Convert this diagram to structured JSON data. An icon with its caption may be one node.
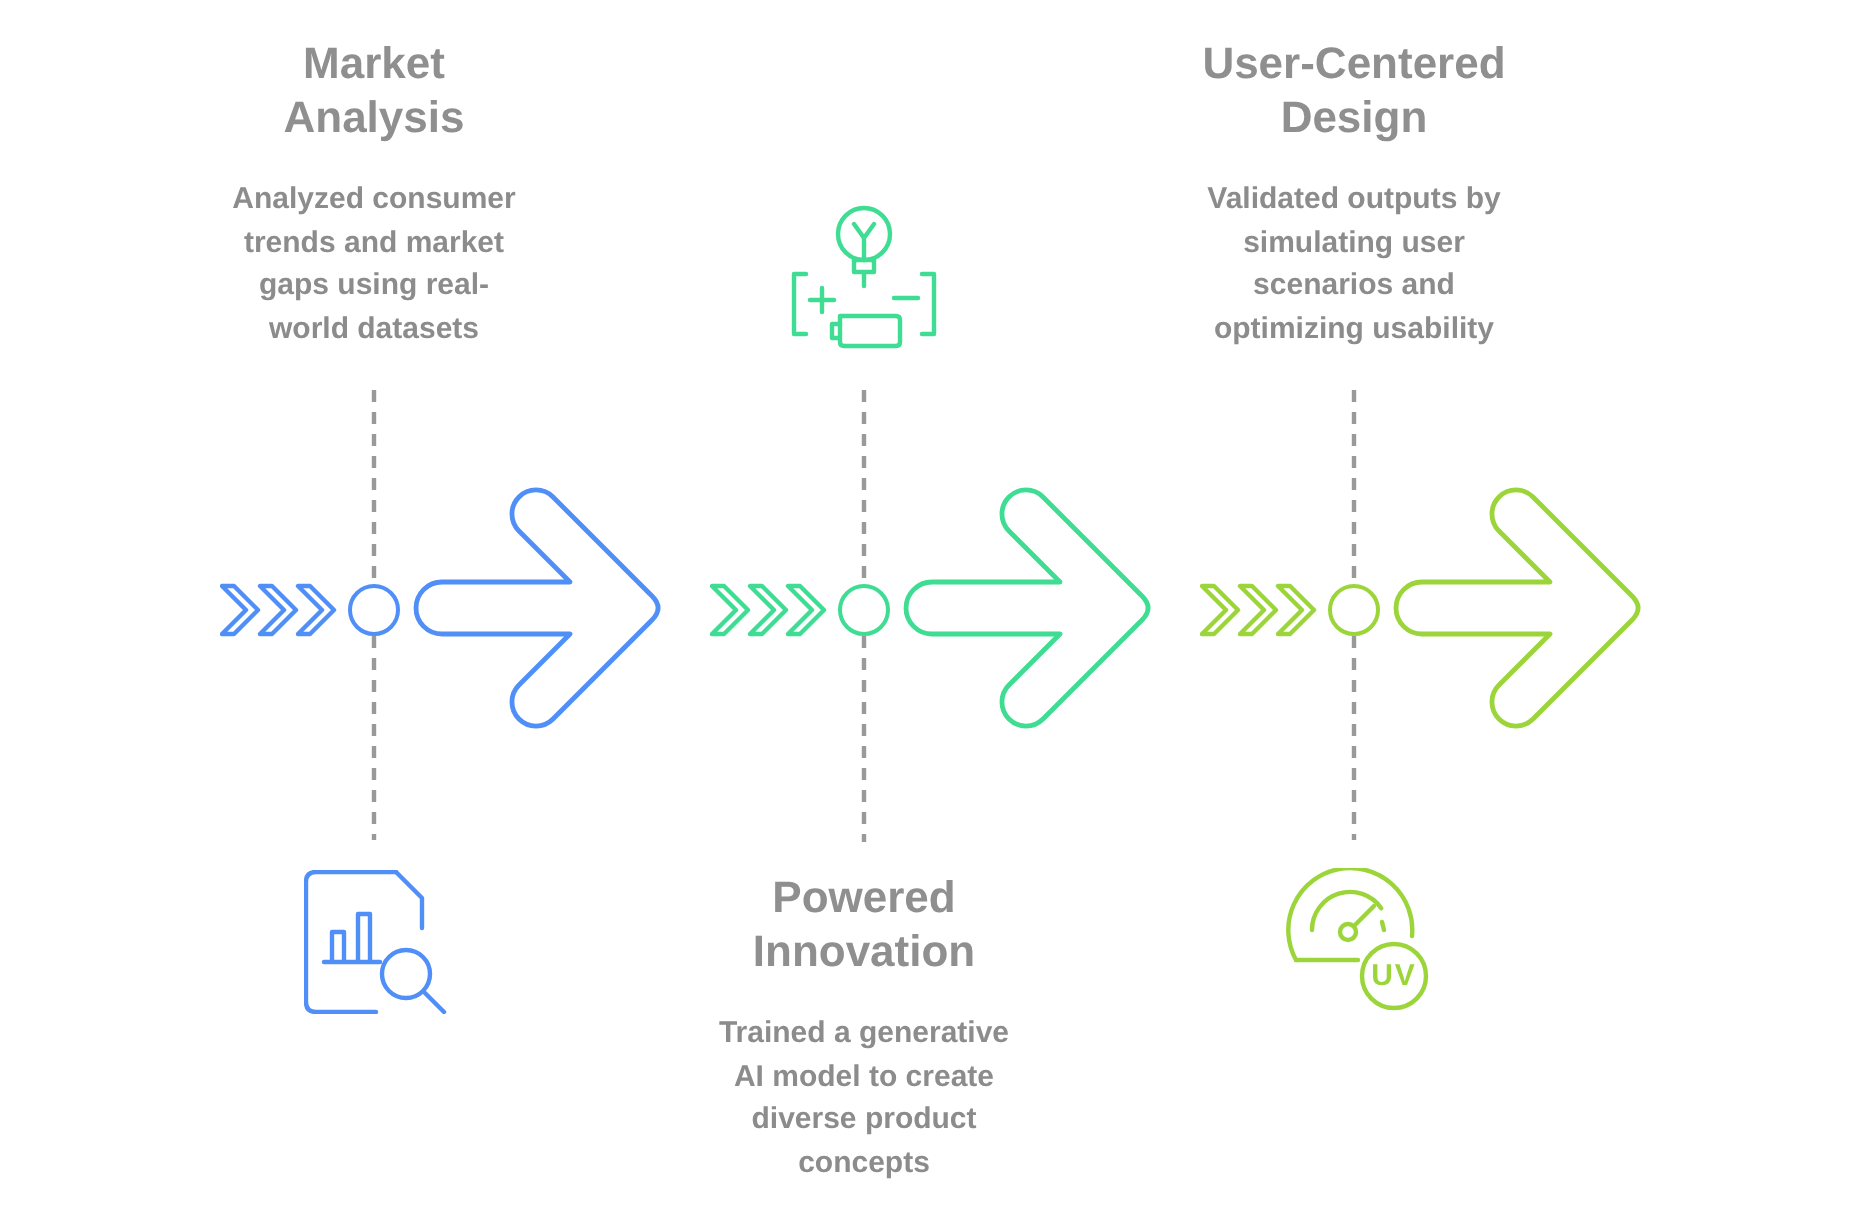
{
  "diagram": {
    "nodes": [
      {
        "text": [
          "Market Analysis",
          "Analyzed consumer trends and market gaps using real-world datasets"
        ]
      },
      {
        "text": [],
        "shape": "chevron"
      },
      {
        "text": [],
        "shape": "circle"
      },
      {
        "text": [],
        "shape": "arrow"
      },
      {
        "text": [],
        "shape": "picture"
      },
      {
        "text": [],
        "shape": "picture"
      },
      {
        "text": [],
        "shape": "chevron"
      },
      {
        "text": [],
        "shape": "circle"
      },
      {
        "text": [],
        "shape": "arrow"
      },
      {
        "text": [
          "Powered Innovation",
          "Trained a generative AI model to create diverse product concepts"
        ]
      },
      {
        "text": [
          "User-Centered Design",
          "Validated outputs by simulating user scenarios and optimizing usability"
        ]
      },
      {
        "text": [],
        "shape": "chevron"
      },
      {
        "text": [],
        "shape": "circle"
      },
      {
        "text": [],
        "shape": "arrow"
      },
      {
        "text": [],
        "shape": "picture"
      }
    ],
    "edges": [
      {
        "from": 0,
        "to": 2,
        "arrow": "none",
        "style": "dashed"
      },
      {
        "from": 2,
        "to": 4,
        "arrow": "none",
        "style": "dashed"
      },
      {
        "from": 5,
        "to": 7,
        "arrow": "none",
        "style": "dashed"
      },
      {
        "from": 7,
        "to": 9,
        "arrow": "none",
        "style": "dashed"
      },
      {
        "from": 10,
        "to": 12,
        "arrow": "none",
        "style": "dashed"
      },
      {
        "from": 12,
        "to": 14,
        "arrow": "none",
        "style": "dashed"
      }
    ],
    "labels": [
      "UV"
    ]
  }
}
